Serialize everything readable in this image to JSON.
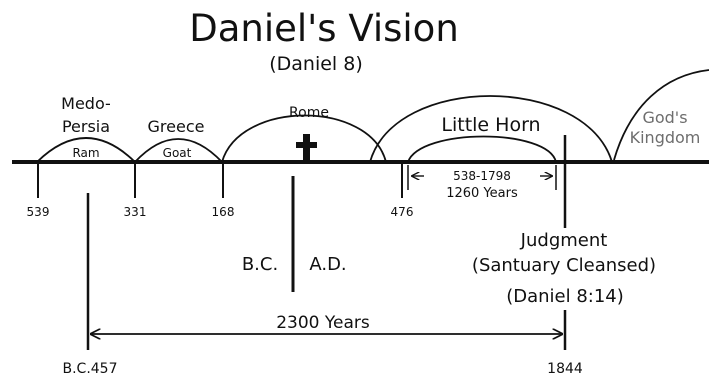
{
  "title": "Daniel's Vision",
  "subtitle": "(Daniel 8)",
  "kingdoms": [
    {
      "name_line1": "Medo-",
      "name_line2": "Persia",
      "symbol": "Ram"
    },
    {
      "name": "Greece",
      "symbol": "Goat"
    },
    {
      "name": "Rome"
    },
    {
      "name": "Little Horn"
    },
    {
      "name_line1": "God's",
      "name_line2": "Kingdom"
    }
  ],
  "icons": {
    "cross": "cross-icon"
  },
  "dates": {
    "d539": "539",
    "d331": "331",
    "d168": "168",
    "d476": "476",
    "bc457": "B.C.457",
    "d1844": "1844"
  },
  "era": {
    "bc": "B.C.",
    "ad": "A.D."
  },
  "periods": {
    "range_1260": "538-1798",
    "years_1260": "1260 Years",
    "years_2300": "2300 Years"
  },
  "judgment": {
    "title": "Judgment",
    "detail": "(Santuary Cleansed)",
    "reference": "(Daniel 8:14)"
  },
  "colors": {
    "ink": "#111111",
    "gods_kingdom": "#6e6e6e"
  }
}
